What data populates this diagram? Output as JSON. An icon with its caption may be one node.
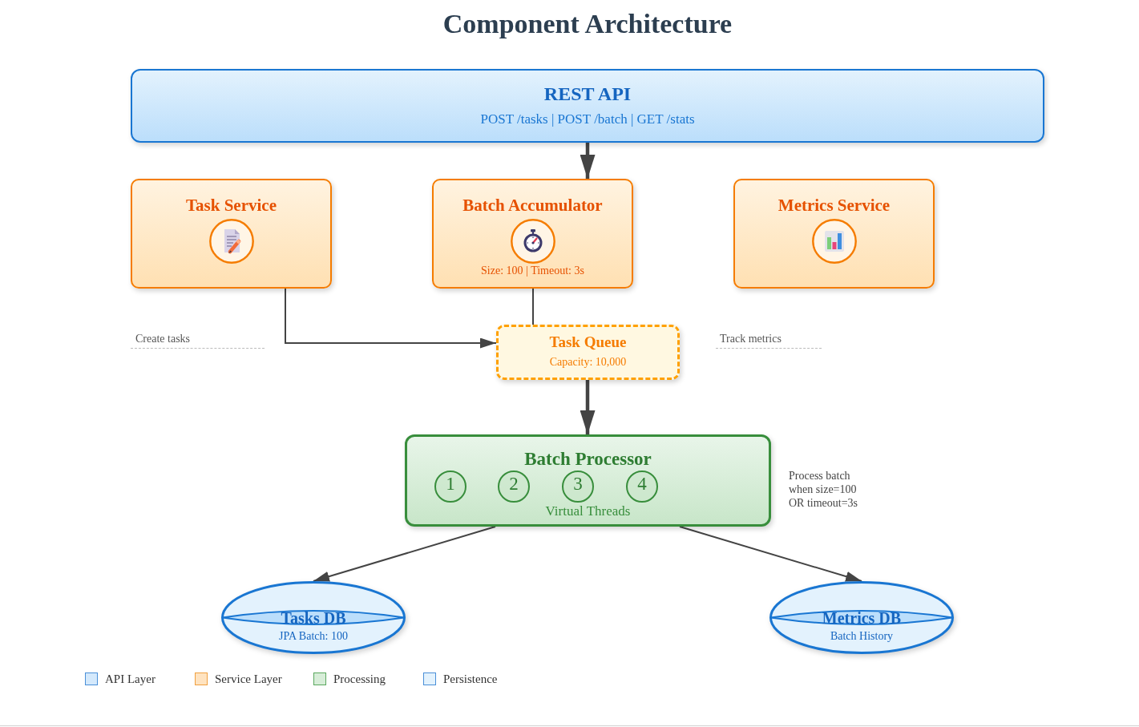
{
  "diagram": {
    "title": "Component Architecture",
    "nodes": [
      {
        "text": [
          "REST API",
          "POST /tasks | POST /batch | GET /stats"
        ]
      },
      {
        "text": [
          "Task Service"
        ]
      },
      {
        "text": [
          "Batch Accumulator",
          "Size: 100 | Timeout: 3s"
        ]
      },
      {
        "text": [
          "Metrics Service"
        ]
      },
      {
        "text": [
          "Task Queue",
          "Capacity: 10,000"
        ]
      },
      {
        "text": [
          "Batch Processor",
          "Virtual Threads"
        ],
        "beside": [
          "Process batch when size=100 OR timeout=3s"
        ]
      },
      {
        "text": [
          "1"
        ],
        "in": 5
      },
      {
        "text": [
          "2"
        ],
        "in": 5
      },
      {
        "text": [
          "3"
        ],
        "in": 5
      },
      {
        "text": [
          "4"
        ],
        "in": 5
      },
      {
        "text": [
          "Tasks DB",
          "JPA Batch: 100"
        ]
      },
      {
        "text": [
          "Metrics DB",
          "Batch History"
        ]
      }
    ],
    "edges": [
      {
        "from": 0,
        "to": 2,
        "arrow": "to",
        "style": "thick"
      },
      {
        "from": 1,
        "to": 4,
        "arrow": "to"
      },
      {
        "from": 2,
        "to": 4,
        "arrow": "none"
      },
      {
        "from": 4,
        "to": 5,
        "arrow": "to",
        "style": "thick"
      },
      {
        "from": 5,
        "to": 10,
        "arrow": "to"
      },
      {
        "from": 5,
        "to": 11,
        "arrow": "to"
      }
    ],
    "labels": [
      "Create tasks",
      "Track metrics"
    ],
    "legend": [
      {
        "text": "API Layer",
        "color": "#d4e9fc"
      },
      {
        "text": "Service Layer",
        "color": "#ffe3c0"
      },
      {
        "text": "Processing",
        "color": "#d7edd8"
      },
      {
        "text": "Persistence",
        "color": "#e3f2fd"
      }
    ]
  }
}
